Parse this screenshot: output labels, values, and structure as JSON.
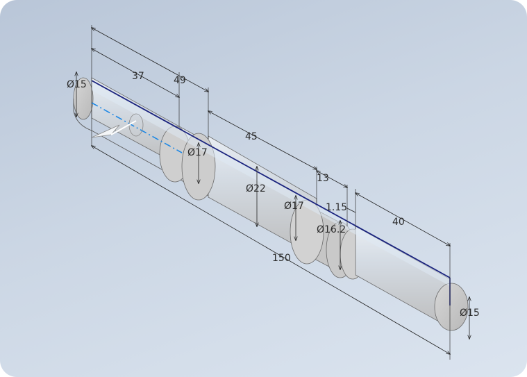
{
  "dimensions": {
    "d_left_end": "Ø15",
    "len_37": "37",
    "len_49": "49",
    "d_step1": "Ø17",
    "len_45": "45",
    "d_main": "Ø22",
    "len_13": "13",
    "d_step2": "Ø17",
    "len_1_15": "1.15",
    "d_groove": "Ø16.2",
    "len_40": "40",
    "overall_150": "150",
    "d_right_end": "Ø15"
  },
  "colors": {
    "background_top": "#b9c6d8",
    "background_bottom": "#dbe4ef",
    "shaft_top_edge": "#1a237e",
    "centerline": "#1e88e5",
    "body_fill": "#c9c9c9",
    "highlight_fill": "#dfe9f4"
  }
}
